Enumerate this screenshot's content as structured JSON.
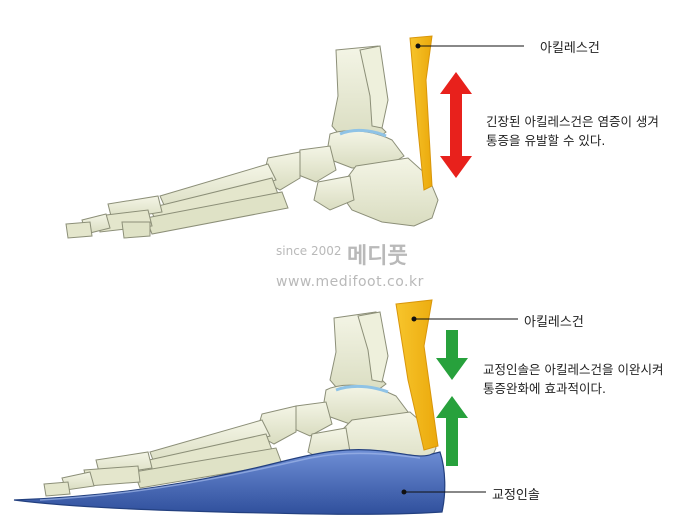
{
  "top": {
    "label": "아킬레스건",
    "desc_line1": "긴장된 아킬레스건은 염증이 생겨",
    "desc_line2": "통증을 유발할 수 있다."
  },
  "watermark": {
    "since": "since 2002",
    "brand": "메디풋",
    "url": "www.medifoot.co.kr"
  },
  "bottom": {
    "label": "아킬레스건",
    "desc_line1": "교정인솔은 아킬레스건을 이완시켜",
    "desc_line2": "통증완화에 효과적이다.",
    "insole_label": "교정인솔"
  },
  "colors": {
    "tendon": "#f2b817",
    "arrow_red": "#e8211c",
    "arrow_green": "#27a13c",
    "bone": "#e7e9d0",
    "insole": "#3f66b8"
  }
}
